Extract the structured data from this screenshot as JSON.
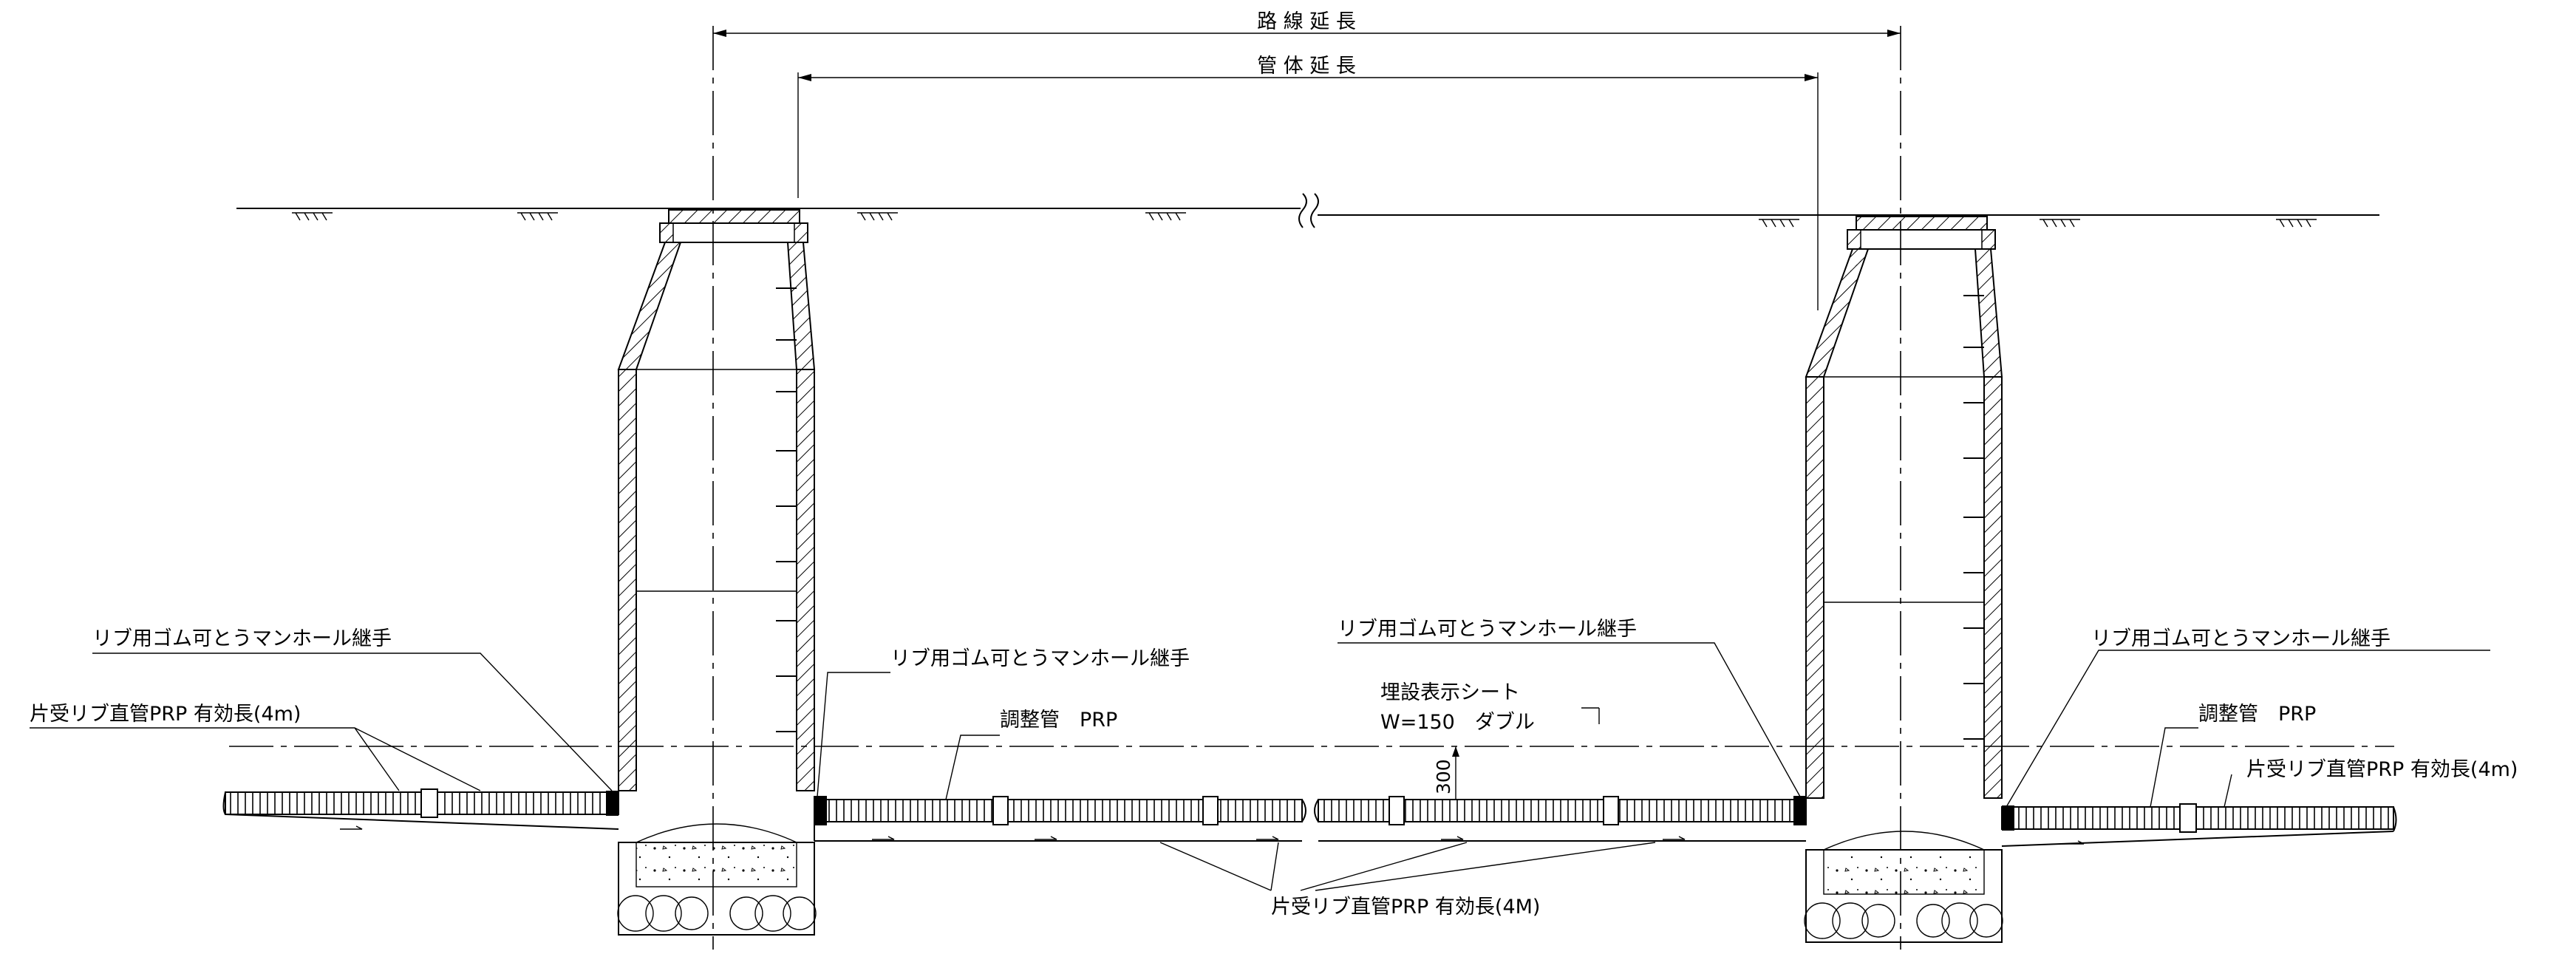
{
  "dimensions": {
    "route_length": "路 線 延 長",
    "pipe_length": "管 体 延 長",
    "cover_depth": "300"
  },
  "labels": {
    "joint_left": "リブ用ゴム可とうマンホール継手",
    "joint_mid_left": "リブ用ゴム可とうマンホール継手",
    "joint_mid_right": "リブ用ゴム可とうマンホール継手",
    "joint_right": "リブ用ゴム可とうマンホール継手",
    "pipe_left": "片受リブ直管PRP 有効長(4m)",
    "pipe_right": "片受リブ直管PRP 有効長(4m)",
    "adjust_left": "調整管　PRP",
    "adjust_right": "調整管　PRP",
    "sheet_line1": "埋設表示シート",
    "sheet_line2": "W=150　ダブル",
    "pipe_bottom": "片受リブ直管PRP 有効長(4M)"
  }
}
